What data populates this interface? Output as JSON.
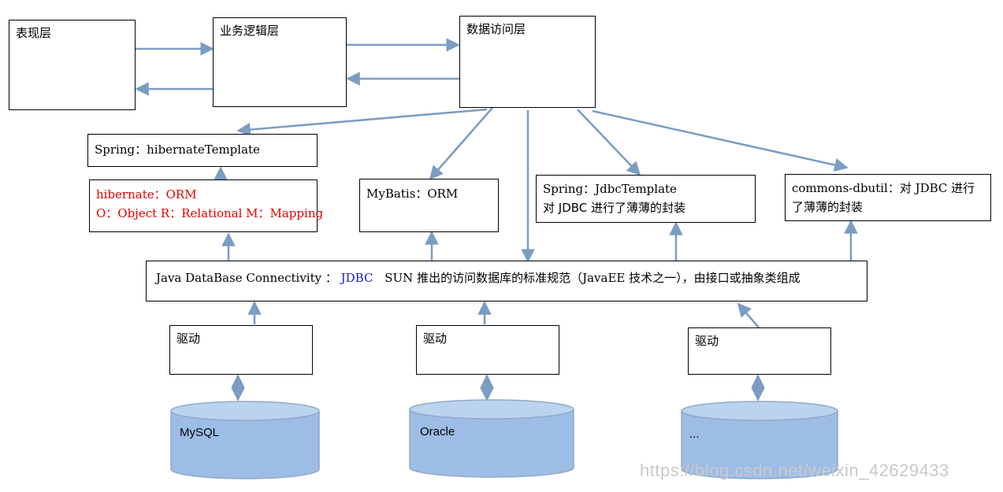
{
  "layers": {
    "presentation": "表现层",
    "business": "业务逻辑层",
    "data_access": "数据访问层"
  },
  "spring_hibernate": "Spring：hibernateTemplate",
  "hibernate": {
    "line1": "hibernate：ORM",
    "line2": "O：Object R：Relational M：Mapping"
  },
  "mybatis": "MyBatis：ORM",
  "jdbc_template": {
    "line1": "Spring：JdbcTemplate",
    "line2": "对 JDBC 进行了薄薄的封装"
  },
  "dbutil": {
    "line1": "commons-dbutil：对 JDBC 进行",
    "line2": "了薄薄的封装"
  },
  "jdbc": {
    "prefix": "Java DataBase Connectivity ：",
    "name": "JDBC",
    "suffix": "SUN 推出的访问数据库的标准规范（JavaEE 技术之一），由接口或抽象类组成"
  },
  "drivers": [
    "驱动",
    "驱动",
    "驱动"
  ],
  "databases": [
    "MySQL",
    "Oracle",
    "..."
  ],
  "watermark": "https://blog.csdn.net/weixin_42629433",
  "colors": {
    "arrow": "#7b9cc3",
    "cylinder_body": "#9dbde6",
    "cylinder_top": "#bcd3ee",
    "cylinder_edge": "#8fa9c9",
    "jdbc_text": "#1a1ad6",
    "hibernate_text": "#e00000"
  }
}
